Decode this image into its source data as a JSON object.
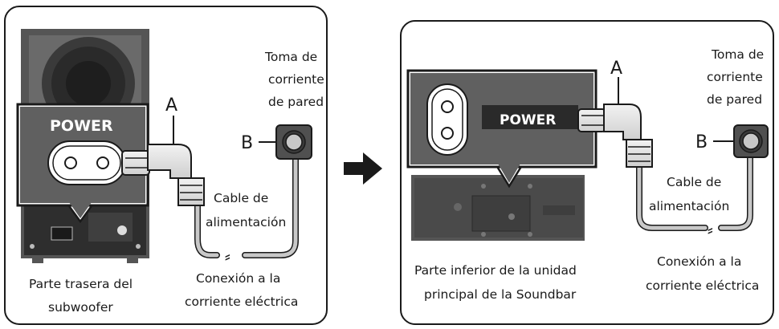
{
  "left_panel": {
    "power_label": "POWER",
    "letter_a": "A",
    "letter_b": "B",
    "wall_outlet": [
      "Toma de",
      "corriente",
      "de pared"
    ],
    "power_cable": [
      "Cable de",
      "alimentación"
    ],
    "connection": [
      "Conexión a la",
      "corriente eléctrica"
    ],
    "caption": [
      "Parte trasera del",
      "subwoofer"
    ]
  },
  "right_panel": {
    "power_label": "POWER",
    "letter_a": "A",
    "letter_b": "B",
    "wall_outlet": [
      "Toma de",
      "corriente",
      "de pared"
    ],
    "power_cable": [
      "Cable de",
      "alimentación"
    ],
    "connection": [
      "Conexión a la",
      "corriente eléctrica"
    ],
    "caption": [
      "Parte inferior de la unidad",
      "principal de la Soundbar"
    ]
  }
}
